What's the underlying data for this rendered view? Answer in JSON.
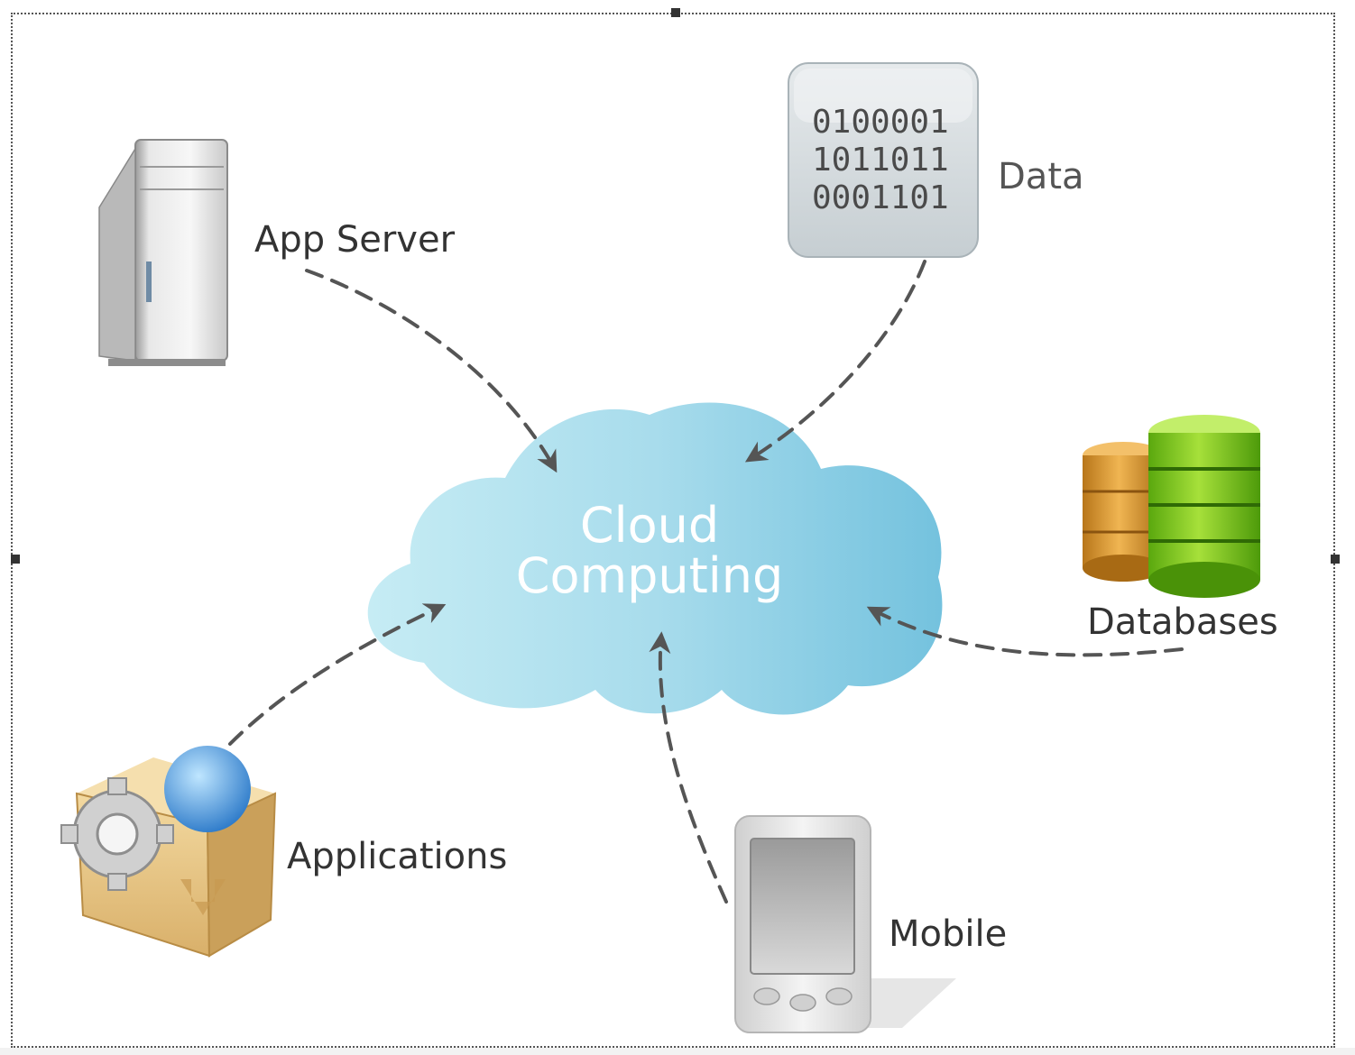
{
  "nodes": {
    "app_server": {
      "label": "App Server",
      "icon": "server-tower-icon"
    },
    "data": {
      "label": "Data",
      "icon": "binary-data-icon",
      "binary_lines": [
        "0100001",
        "1011011",
        "0001101"
      ]
    },
    "databases": {
      "label": "Databases",
      "icon": "database-cylinders-icon"
    },
    "applications": {
      "label": "Applications",
      "icon": "software-box-icon"
    },
    "mobile": {
      "label": "Mobile",
      "icon": "mobile-device-icon"
    }
  },
  "center": {
    "line1": "Cloud",
    "line2": "Computing",
    "icon": "cloud-icon"
  },
  "colors": {
    "cloud_light": "#bfe8f2",
    "cloud_dark": "#7cc7e0",
    "arrow": "#555555",
    "label_text": "#333333"
  }
}
